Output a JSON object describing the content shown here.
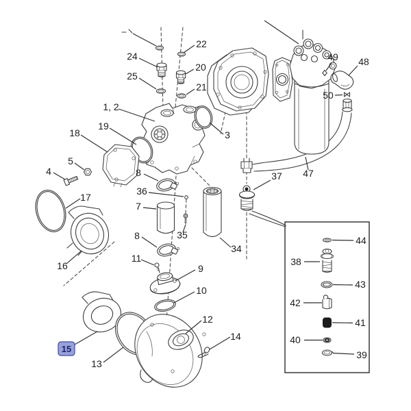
{
  "diagram": {
    "figure_type": "exploded-parts-diagram",
    "background": "#ffffff",
    "line_color": "#3c3c3c",
    "selected_part": {
      "label": "15",
      "badge_fill": "#98a1d9",
      "badge_border": "#3f4aa0",
      "badge_text_color": "#1b2370"
    },
    "callouts": {
      "n1_2": "1, 2",
      "n3": "3",
      "n4": "4",
      "n5": "5",
      "n7": "7",
      "n8a": "8",
      "n8b": "8",
      "n9": "9",
      "n10": "10",
      "n11": "11",
      "n12": "12",
      "n13": "13",
      "n14": "14",
      "n16": "16",
      "n17": "17",
      "n18": "18",
      "n19": "19",
      "n20": "20",
      "n21": "21",
      "n22": "22",
      "n24": "24",
      "n25": "25",
      "n34": "34",
      "n35": "35",
      "n36": "36",
      "n37": "37",
      "n47": "47",
      "n48": "48",
      "n49": "49",
      "n50": "50"
    },
    "inset": {
      "callouts": {
        "n38": "38",
        "n39": "39",
        "n40": "40",
        "n41": "41",
        "n42": "42",
        "n43": "43",
        "n44": "44"
      }
    }
  }
}
